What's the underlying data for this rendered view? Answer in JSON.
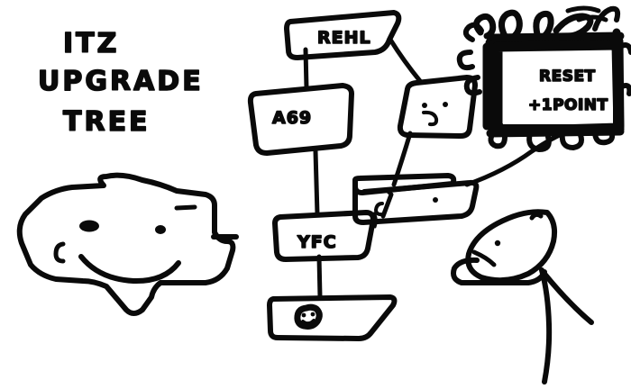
{
  "board": {
    "background_color": "#ffffff",
    "ink_color": "#0a0a0a",
    "medium": "hand-drawn-marker-sketch"
  },
  "title": {
    "line1": "ITZ",
    "line2": "UPGRADE",
    "line3": "TREE"
  },
  "tree": {
    "nodes": [
      {
        "id": "node-rehl",
        "label": "REHL",
        "shape": "wonky-banner",
        "has_face": false
      },
      {
        "id": "node-a69",
        "label": "A69",
        "shape": "wonky-banner",
        "has_face": false
      },
      {
        "id": "node-face-square",
        "label": "",
        "shape": "tilted-square",
        "has_face": true
      },
      {
        "id": "node-face-banner",
        "label": "",
        "shape": "wonky-banner",
        "has_face": true
      },
      {
        "id": "node-yfc",
        "label": "YFC",
        "shape": "wonky-banner",
        "has_face": false
      },
      {
        "id": "node-scribble",
        "label": "",
        "shape": "wonky-banner",
        "has_face": false,
        "glyph": "scribble-blob"
      }
    ],
    "edges": [
      {
        "from": "node-rehl",
        "to": "node-a69"
      },
      {
        "from": "node-rehl",
        "to": "node-face-square"
      },
      {
        "from": "node-a69",
        "to": "node-yfc"
      },
      {
        "from": "node-face-square",
        "to": "node-face-banner"
      },
      {
        "from": "node-face-banner",
        "to": "node-yfc"
      },
      {
        "from": "node-yfc",
        "to": "node-scribble"
      },
      {
        "from": "node-face-banner",
        "to": "reset-box"
      }
    ]
  },
  "reset_box": {
    "id": "reset-box",
    "line1": "RESET",
    "line2": "+1POINT",
    "frame_style": "thick-scribbled-border-with-loops"
  },
  "characters": [
    {
      "id": "blob-creature",
      "name": "blob-creature",
      "description": "large smiling blob head with two eyes and a smile",
      "side": "left"
    },
    {
      "id": "stick-figure",
      "name": "stick-figure",
      "description": "stick figure with oval head, one eye, an arm reaching toward the tree",
      "side": "right"
    }
  ]
}
